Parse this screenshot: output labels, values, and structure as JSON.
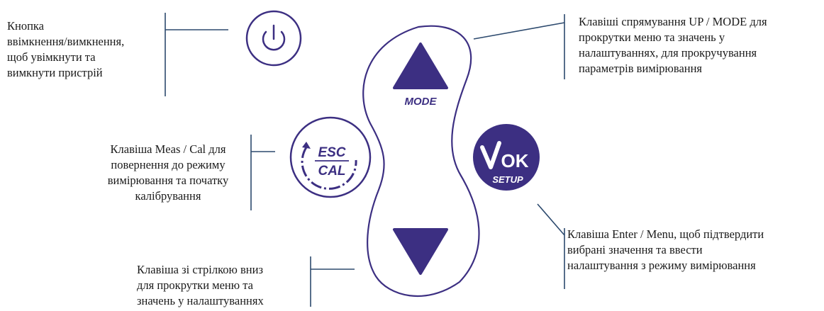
{
  "labels": {
    "power": "Кнопка\nввімкнення/вимкнення,\nщоб увімкнути та\nвимкнути пристрій",
    "esc_cal": "Клавіша Meas / Cal для\nповернення до режиму\nвимірювання та початку\nкалібрування",
    "mode_up": "Клавіші спрямування UP / MODE для\nпрокрутки меню та значень у\nналаштуваннях, для прокручування\nпараметрів вимірювання",
    "ok_setup": "Клавіша Enter / Menu, щоб підтвердити\nвибрані значення та ввести\nналаштування з режиму вимірювання",
    "down": "Клавіша зі стрілкою вниз\nдля прокрутки меню та\nзначень у налаштуваннях"
  },
  "keys": {
    "mode": "MODE",
    "esc": "ESC",
    "cal": "CAL",
    "ok": "OK",
    "setup": "SETUP"
  },
  "colors": {
    "key_fill": "#3c2f82",
    "outline": "#3c2f82",
    "leader_line": "#2d4a6e",
    "text": "#1a1a1a"
  },
  "icons": [
    "power-icon",
    "up-arrow-icon",
    "down-arrow-icon",
    "checkmark-icon",
    "return-arrow-icon"
  ]
}
